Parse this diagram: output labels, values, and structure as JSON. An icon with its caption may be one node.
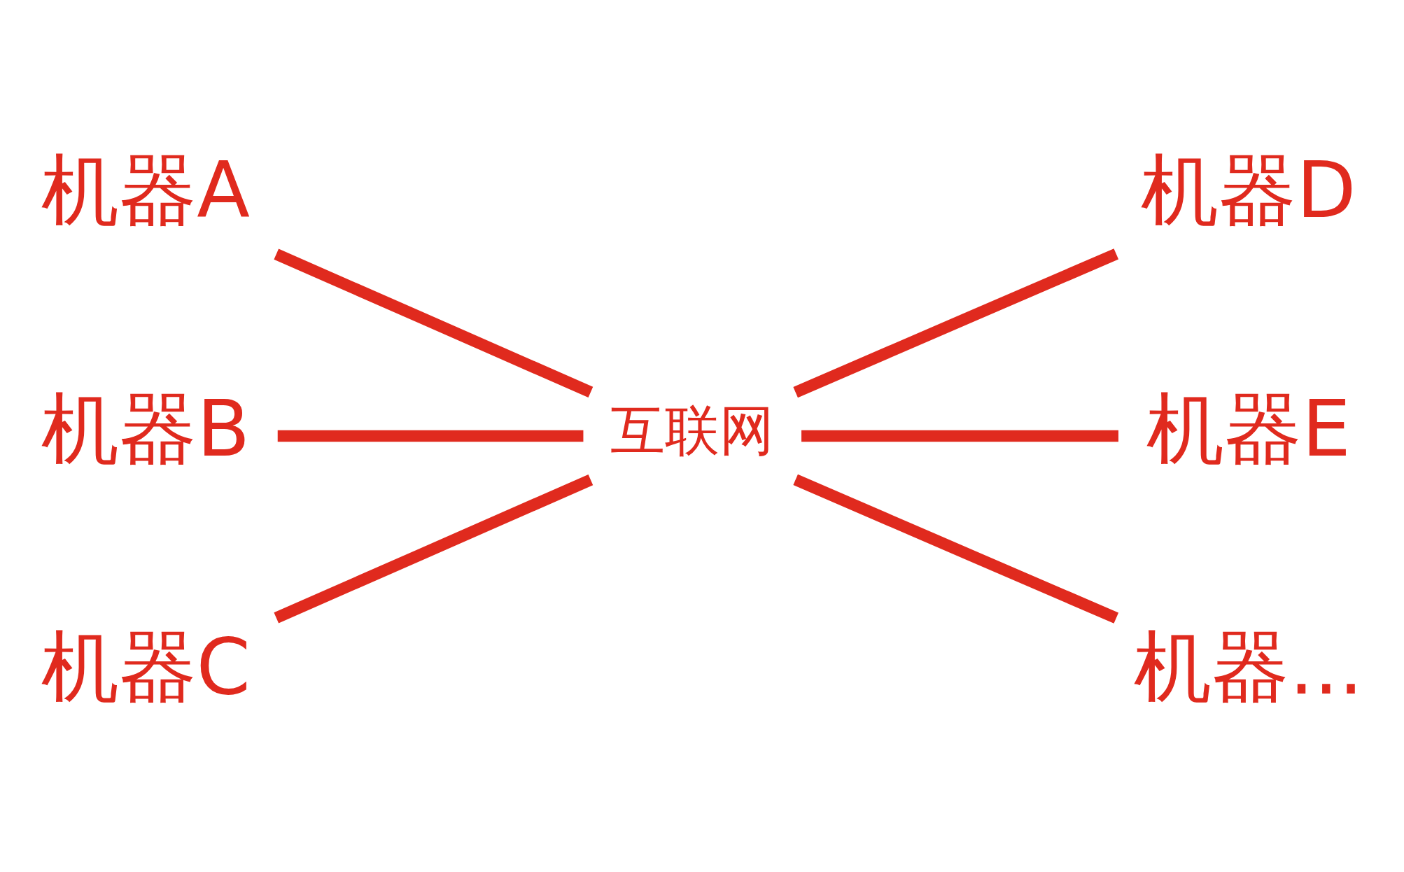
{
  "diagram": {
    "nodes": [
      {
        "text": [
          "机器A"
        ]
      },
      {
        "text": [
          "机器B"
        ]
      },
      {
        "text": [
          "机器C"
        ]
      },
      {
        "text": [
          "互联网"
        ]
      },
      {
        "text": [
          "机器D"
        ]
      },
      {
        "text": [
          "机器E"
        ]
      },
      {
        "text": [
          "机器..."
        ]
      }
    ],
    "edges": [
      {
        "from": 0,
        "to": 3,
        "arrow": "none"
      },
      {
        "from": 1,
        "to": 3,
        "arrow": "none"
      },
      {
        "from": 2,
        "to": 3,
        "arrow": "none"
      },
      {
        "from": 3,
        "to": 4,
        "arrow": "none"
      },
      {
        "from": 3,
        "to": 5,
        "arrow": "none"
      },
      {
        "from": 3,
        "to": 6,
        "arrow": "none"
      }
    ]
  }
}
